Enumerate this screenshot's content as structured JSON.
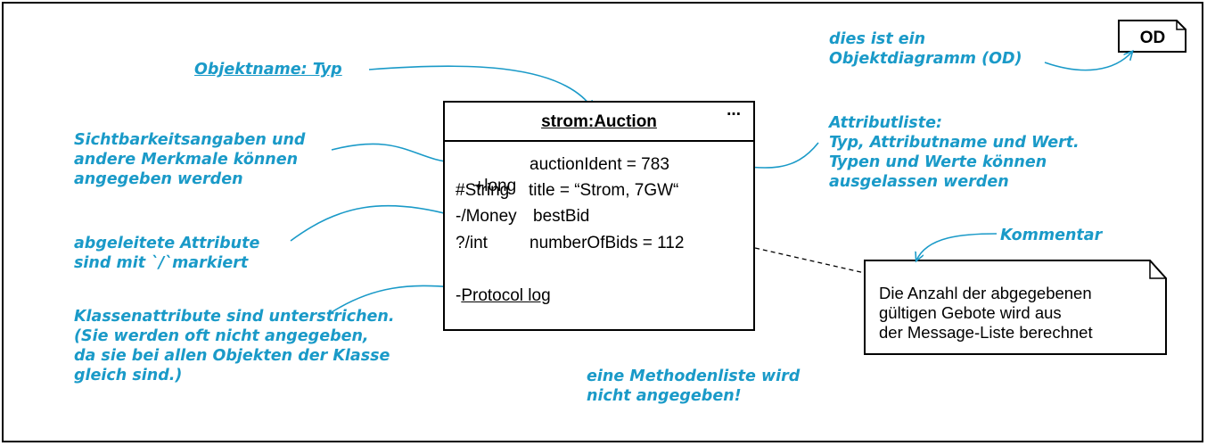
{
  "diagram": {
    "tag": "OD",
    "object": {
      "title": "strom:Auction",
      "more": "...",
      "attributes": [
        {
          "vis": "+long",
          "rest": "auctionIdent = 783"
        },
        {
          "vis": "#String",
          "rest": "title = “Strom, 7GW“"
        },
        {
          "vis": "-/Money",
          "rest": "bestBid"
        },
        {
          "vis": "?/int",
          "rest": "numberOfBids = 112"
        }
      ],
      "class_attr_prefix": "-",
      "class_attr": "Protocol log"
    },
    "comment": {
      "text": "Die Anzahl der abgegebenen\ngültigen Gebote wird aus\nder Message-Liste berechnet"
    },
    "annotations": {
      "od_note": "dies ist ein\nObjektdiagramm (OD)",
      "objektname": "Objektname: Typ",
      "sichtbarkeit": "Sichtbarkeitsangaben und\nandere Merkmale können\nangegeben werden",
      "abgeleitet": "abgeleitete Attribute\nsind mit `/`markiert",
      "klassenattribute": "Klassenattribute sind unterstrichen.\n(Sie werden oft nicht angegeben,\nda sie bei allen Objekten der Klasse\ngleich sind.)",
      "attributliste": "Attributliste:\nTyp, Attributname und Wert.\nTypen und Werte können\nausgelassen werden",
      "kommentar": "Kommentar",
      "methodenliste": "eine Methodenliste wird\nnicht angegeben!"
    },
    "colors": {
      "annotation": "#1a9ac8",
      "ink": "#000000"
    }
  }
}
